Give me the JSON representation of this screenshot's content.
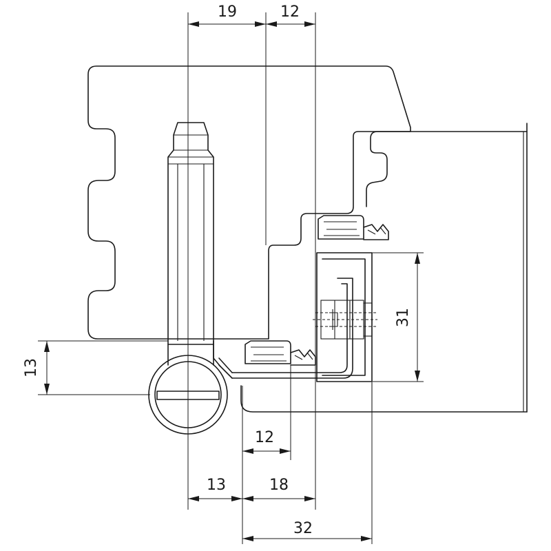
{
  "dimensions": {
    "top_left": "19",
    "top_right": "12",
    "left_vertical": "13",
    "right_vertical": "31",
    "mid_12": "12",
    "bottom_13": "13",
    "bottom_18": "18",
    "bottom_32": "32"
  }
}
